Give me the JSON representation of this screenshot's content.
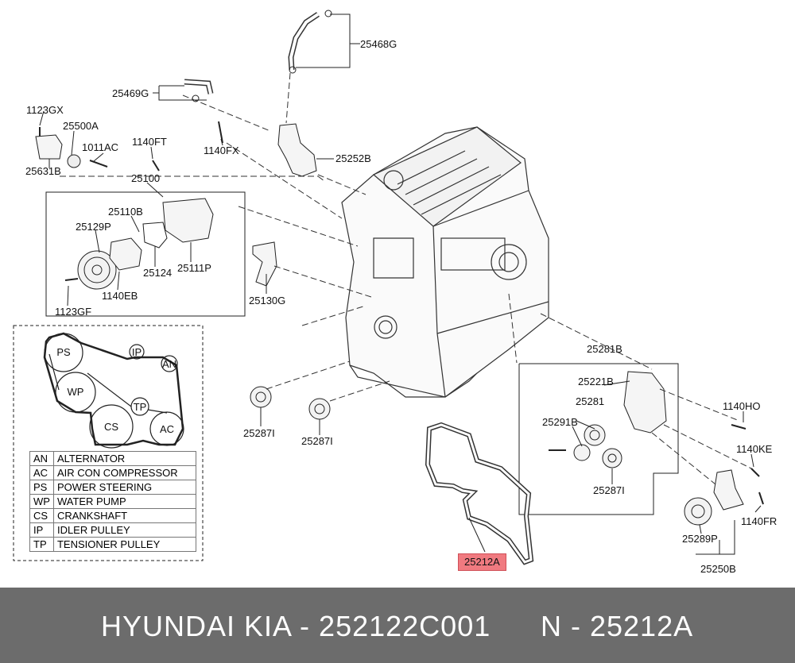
{
  "parts": {
    "p25468G": "25468G",
    "p25469G": "25469G",
    "p1123GX": "1123GX",
    "p25500A": "25500A",
    "p1011AC": "1011AC",
    "p1140FT": "1140FT",
    "p1140FX": "1140FX",
    "p25631B": "25631B",
    "p25252B": "25252B",
    "p25100": "25100",
    "p25110B": "25110B",
    "p25129P": "25129P",
    "p25124": "25124",
    "p25111P": "25111P",
    "p1140EB": "1140EB",
    "p1123GF": "1123GF",
    "p25130G": "25130G",
    "p25287I_a": "25287I",
    "p25287I_b": "25287I",
    "p25281B": "25281B",
    "p25221B": "25221B",
    "p25281": "25281",
    "p25291B": "25291B",
    "p25287I_c": "25287I",
    "p1140HO": "1140HO",
    "p1140KE": "1140KE",
    "p1140FR": "1140FR",
    "p25289P": "25289P",
    "p25250B": "25250B",
    "p25212A": "25212A"
  },
  "belt_pulleys": {
    "ps": "PS",
    "ip": "IP",
    "an": "AN",
    "wp": "WP",
    "tp": "TP",
    "cs": "CS",
    "ac": "AC"
  },
  "legend": [
    {
      "code": "AN",
      "desc": "ALTERNATOR"
    },
    {
      "code": "AC",
      "desc": "AIR CON COMPRESSOR"
    },
    {
      "code": "PS",
      "desc": "POWER STEERING"
    },
    {
      "code": "WP",
      "desc": "WATER PUMP"
    },
    {
      "code": "CS",
      "desc": "CRANKSHAFT"
    },
    {
      "code": "IP",
      "desc": "IDLER PULLEY"
    },
    {
      "code": "TP",
      "desc": "TENSIONER PULLEY"
    }
  ],
  "footer": {
    "brand": "HYUNDAI  KIA - 252122C001",
    "ref": "N - 25212A"
  },
  "colors": {
    "highlight": "#f07a80",
    "footer_bg": "#6c6c6c"
  }
}
